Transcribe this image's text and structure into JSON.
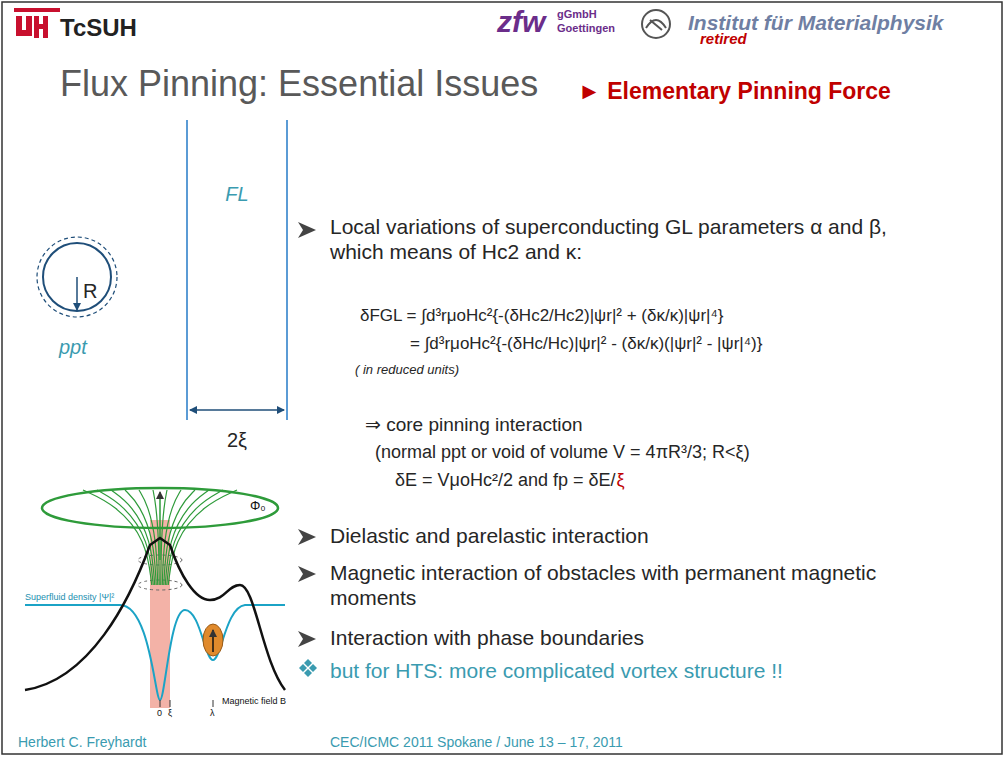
{
  "diagram": {
    "title": "Flux Pinning: Essential Issues",
    "nodes": [
      {
        "text": [
          "R",
          "ppt"
        ]
      },
      {
        "text": [
          "FL",
          "2ξ"
        ]
      }
    ],
    "labels": [
      "TcSUH",
      "zfw",
      "gGmbH",
      "Goettingen",
      "Institut für Materialphysik",
      "retired",
      "► Elementary Pinning Force",
      "Local variations of superconducting GL parameters α and β, which means of Hc2 and κ:",
      "δFGL = ∫d³rμoHc²{-(δHc2/Hc2)|ψr|² + (δκ/κ)|ψr|⁴}",
      "= ∫d³rμoHc²{-(δHc/Hc)|ψr|² - (δκ/κ)(|ψr|² - |ψr|⁴)}",
      "( in reduced units)",
      "⇒ core pinning interaction",
      "(normal ppt or void of volume V = 4πR³/3; R<ξ)",
      "δE = VμoHc²/2 and fp = δE/",
      "ξ",
      "Dielastic and parelastic interaction",
      "Magnetic interaction of obstacles with permanent magnetic moments",
      "Interaction with phase boundaries",
      "but for HTS: more complicated vortex structure !!",
      "Φ₀",
      "Superfluid density |Ψ|²",
      "Magnetic field B",
      "0",
      "ξ",
      "λ",
      "Herbert C. Freyhardt",
      "CEC/ICMC 2011 Spokane / June 13 – 17, 2011"
    ]
  }
}
